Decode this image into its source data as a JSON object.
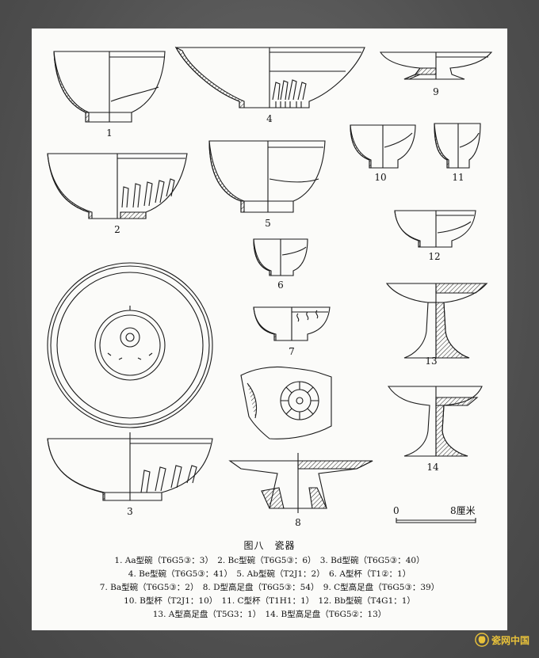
{
  "figure": {
    "labels": [
      "1",
      "2",
      "3",
      "4",
      "5",
      "6",
      "7",
      "8",
      "9",
      "10",
      "11",
      "12",
      "13",
      "14"
    ],
    "scale": {
      "start": "0",
      "end": "8厘米"
    }
  },
  "caption": {
    "title": "图八　瓷器",
    "lines": [
      "1. Aa型碗（T6G5③：3）　2. Bc型碗（T6G5③：6）　3. Bd型碗（T6G5③：40）",
      "4. Be型碗（T6G5③：41）　5. Ab型碗（T2J1：2）　6. A型杯（T1②：1）",
      "7. Ba型碗（T6G5③：2）　8. D型高足盘（T6G5③：54）　9. C型高足盘（T6G5③：39）",
      "10. B型杯（T2J1：10）　11. C型杯（T1H1：1）　12. Bb型碗（T4G1：1）",
      "13. A型高足盘（T5G3：1）　14. B型高足盘（T6G5②：13）"
    ]
  },
  "watermark": {
    "text": "瓷网中国",
    "icon": "porcelain-logo-icon",
    "color": "#e9c23a"
  }
}
